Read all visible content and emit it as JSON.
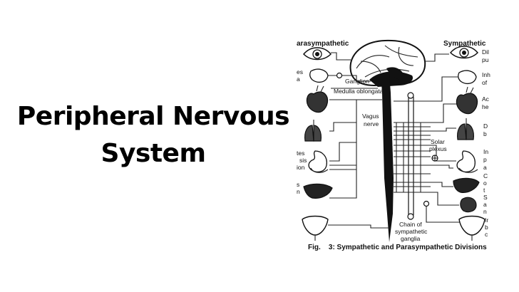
{
  "title": {
    "line1": "Peripheral Nervous",
    "line2": "System"
  },
  "figure": {
    "header_left": "arasympathetic",
    "header_right": "Sympathetic",
    "labels": {
      "ganglion": "Ganglion",
      "medulla": "Medulla oblongata",
      "vagus_1": "Vagus",
      "vagus_2": "nerve",
      "solar_1": "Solar",
      "solar_2": "plexus",
      "chain_1": "Chain of",
      "chain_2": "sympathetic",
      "chain_3": "ganglia"
    },
    "left_fragments": [
      "es",
      "a",
      "tes",
      "sis",
      "ion",
      "s",
      "n"
    ],
    "right_fragments": [
      "Dil",
      "pu",
      "Inh",
      "of",
      "Ac",
      "he",
      "D",
      "b",
      "In",
      "p",
      "a",
      "C",
      "o",
      "t",
      "S",
      "a",
      "n",
      "Ir",
      "b",
      "c"
    ],
    "caption": "Fig.    3: Sympathetic and Parasympathetic Divisions"
  },
  "colors": {
    "ink": "#111111",
    "background": "#ffffff"
  }
}
